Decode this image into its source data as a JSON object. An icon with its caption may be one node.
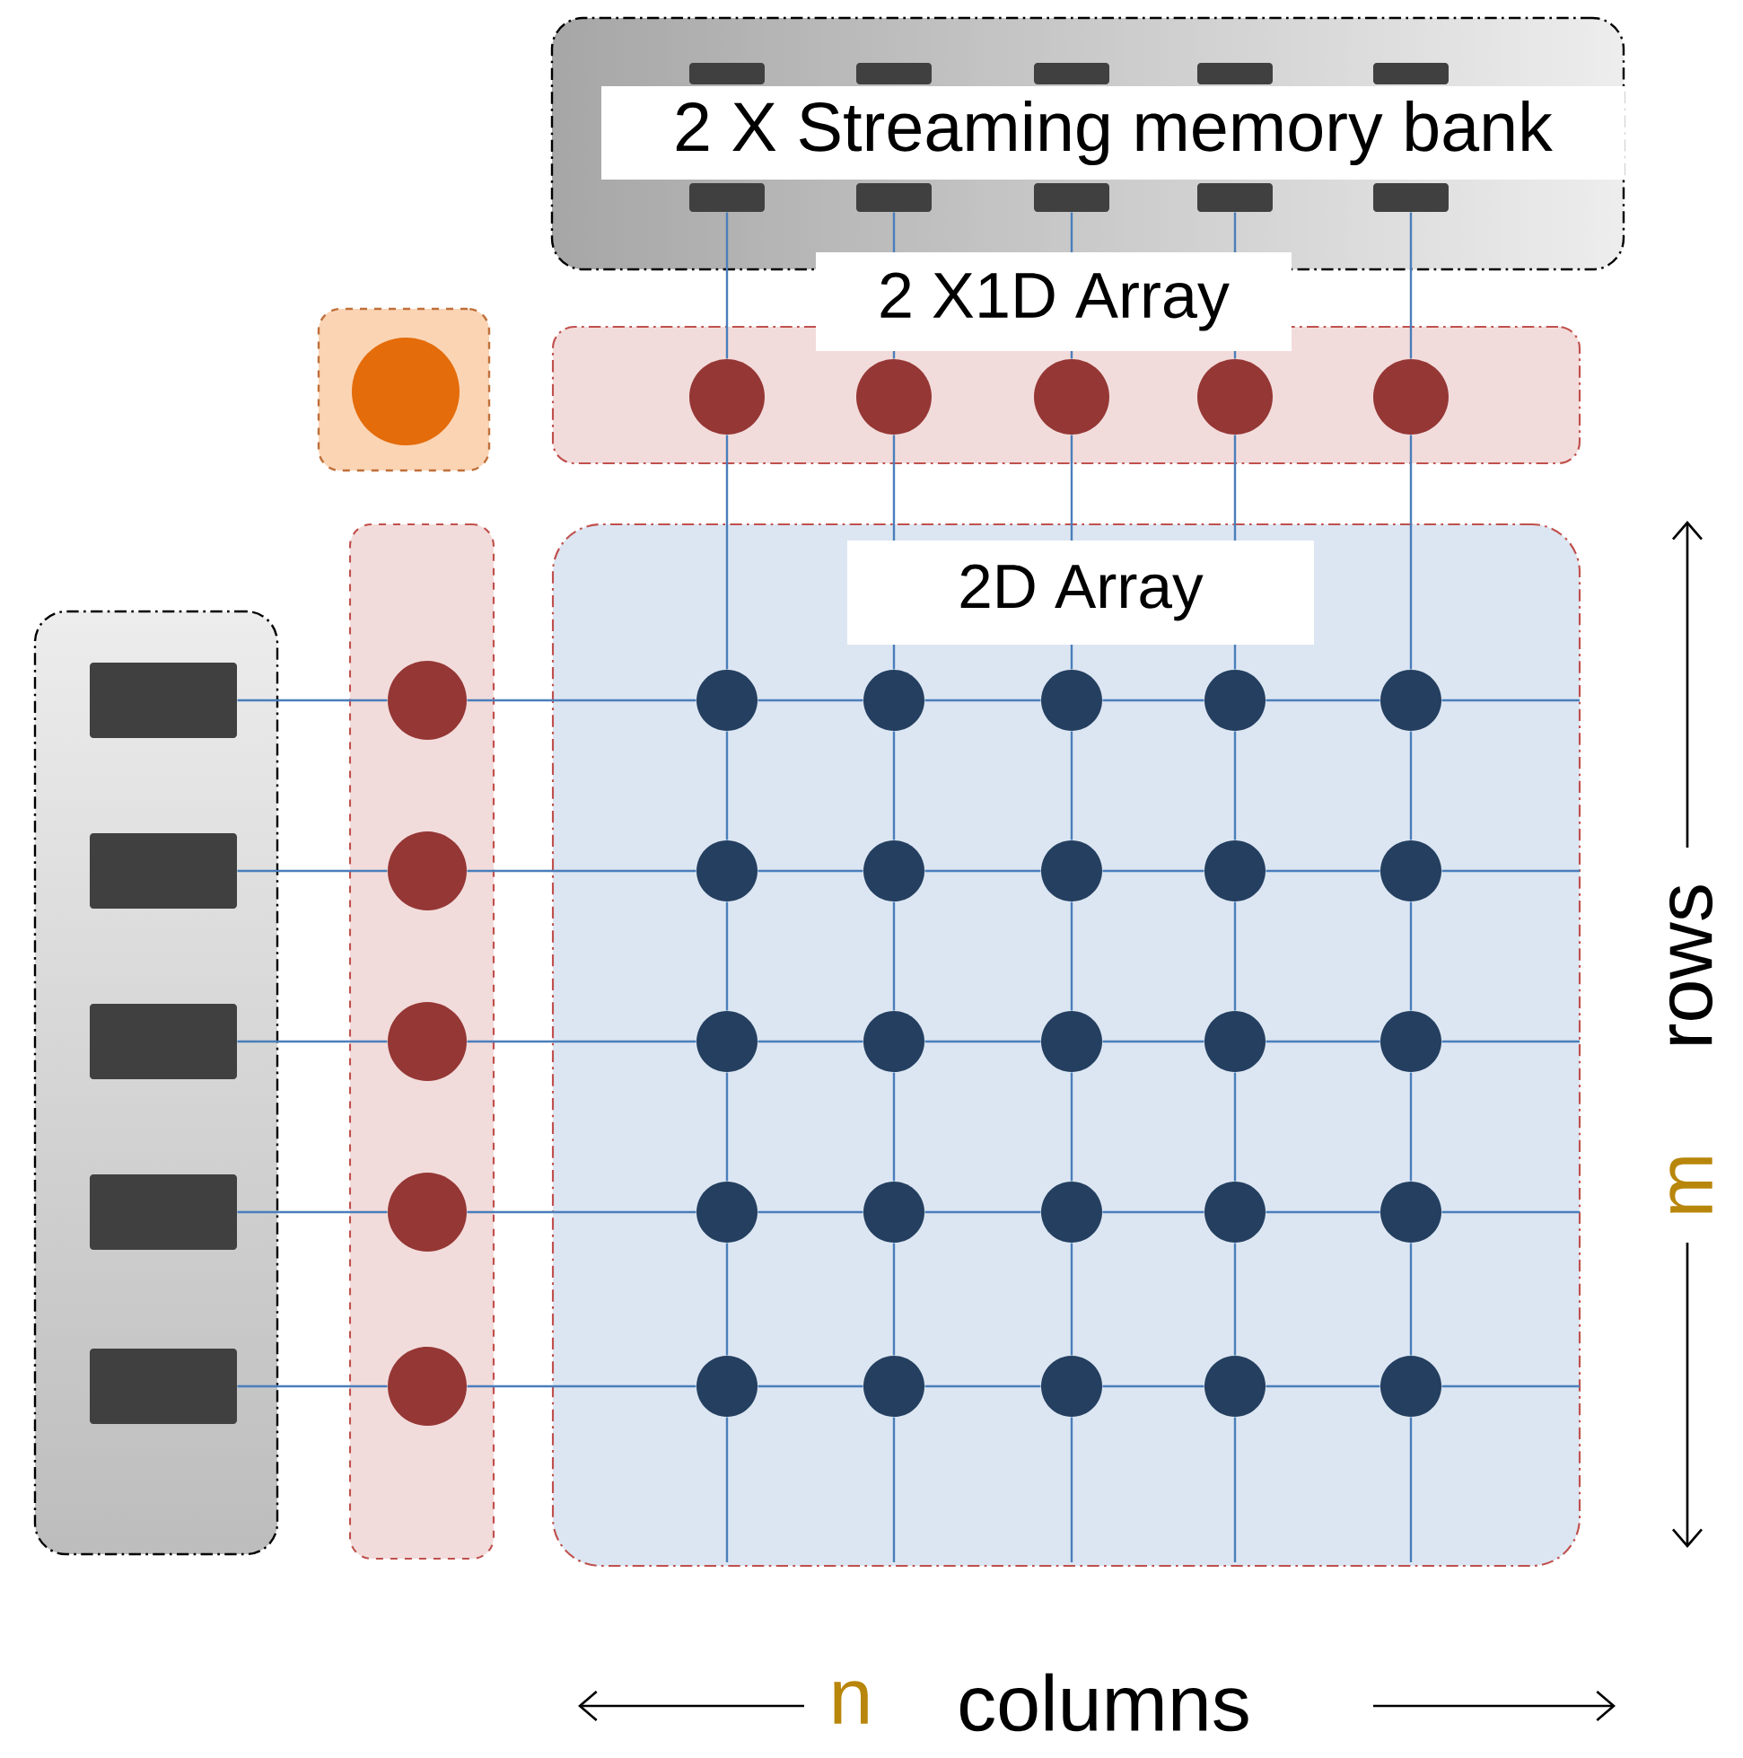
{
  "diagram": {
    "nodes": [
      {
        "text": [
          "2 X Streaming memory bank"
        ]
      },
      {
        "text": [],
        "shape": "box",
        "in": 0
      },
      {
        "text": [],
        "shape": "box",
        "in": 0
      },
      {
        "text": [],
        "shape": "box",
        "in": 0
      },
      {
        "text": [],
        "shape": "box",
        "in": 0
      },
      {
        "text": [],
        "shape": "box",
        "in": 0
      },
      {
        "text": [],
        "shape": "box",
        "in": 0
      },
      {
        "text": [],
        "shape": "box",
        "in": 0
      },
      {
        "text": [],
        "shape": "box",
        "in": 0
      },
      {
        "text": [],
        "shape": "box",
        "in": 0
      },
      {
        "text": [],
        "shape": "box",
        "in": 0
      },
      {
        "text": [],
        "shape": "box"
      },
      {
        "text": [],
        "shape": "circle",
        "in": 11
      },
      {
        "text": [
          "2 X1D Array"
        ]
      },
      {
        "text": [],
        "shape": "circle",
        "in": 13
      },
      {
        "text": [],
        "shape": "circle",
        "in": 13
      },
      {
        "text": [],
        "shape": "circle",
        "in": 13
      },
      {
        "text": [],
        "shape": "circle",
        "in": 13
      },
      {
        "text": [],
        "shape": "circle",
        "in": 13
      },
      {
        "text": [],
        "shape": "box"
      },
      {
        "text": [],
        "shape": "box",
        "in": 19
      },
      {
        "text": [],
        "shape": "box",
        "in": 19
      },
      {
        "text": [],
        "shape": "box",
        "in": 19
      },
      {
        "text": [],
        "shape": "box",
        "in": 19
      },
      {
        "text": [],
        "shape": "box",
        "in": 19
      },
      {
        "text": [],
        "shape": "box"
      },
      {
        "text": [],
        "shape": "circle",
        "in": 25
      },
      {
        "text": [],
        "shape": "circle",
        "in": 25
      },
      {
        "text": [],
        "shape": "circle",
        "in": 25
      },
      {
        "text": [],
        "shape": "circle",
        "in": 25
      },
      {
        "text": [],
        "shape": "circle",
        "in": 25
      },
      {
        "text": [
          "2D Array"
        ]
      },
      {
        "text": [],
        "shape": "circle",
        "in": 31
      },
      {
        "text": [],
        "shape": "circle",
        "in": 31
      },
      {
        "text": [],
        "shape": "circle",
        "in": 31
      },
      {
        "text": [],
        "shape": "circle",
        "in": 31
      },
      {
        "text": [],
        "shape": "circle",
        "in": 31
      },
      {
        "text": [],
        "shape": "circle",
        "in": 31
      },
      {
        "text": [],
        "shape": "circle",
        "in": 31
      },
      {
        "text": [],
        "shape": "circle",
        "in": 31
      },
      {
        "text": [],
        "shape": "circle",
        "in": 31
      },
      {
        "text": [],
        "shape": "circle",
        "in": 31
      },
      {
        "text": [],
        "shape": "circle",
        "in": 31
      },
      {
        "text": [],
        "shape": "circle",
        "in": 31
      },
      {
        "text": [],
        "shape": "circle",
        "in": 31
      },
      {
        "text": [],
        "shape": "circle",
        "in": 31
      },
      {
        "text": [],
        "shape": "circle",
        "in": 31
      },
      {
        "text": [],
        "shape": "circle",
        "in": 31
      },
      {
        "text": [],
        "shape": "circle",
        "in": 31
      },
      {
        "text": [],
        "shape": "circle",
        "in": 31
      },
      {
        "text": [],
        "shape": "circle",
        "in": 31
      },
      {
        "text": [],
        "shape": "circle",
        "in": 31
      },
      {
        "text": [],
        "shape": "circle",
        "in": 31
      },
      {
        "text": [],
        "shape": "circle",
        "in": 31
      },
      {
        "text": [],
        "shape": "circle",
        "in": 31
      },
      {
        "text": [],
        "shape": "circle",
        "in": 31
      },
      {
        "text": [],
        "shape": "circle",
        "in": 31
      }
    ],
    "edges": [
      {
        "from": 6,
        "to": 14,
        "arrow": "none"
      },
      {
        "from": 14,
        "to": 32,
        "arrow": "none"
      },
      {
        "from": 32,
        "to": 37,
        "arrow": "none"
      },
      {
        "from": 37,
        "to": 42,
        "arrow": "none"
      },
      {
        "from": 42,
        "to": 47,
        "arrow": "none"
      },
      {
        "from": 47,
        "to": 52,
        "arrow": "none"
      },
      {
        "from": 52,
        "to": null,
        "arrow": "none"
      },
      {
        "from": 7,
        "to": 15,
        "arrow": "none"
      },
      {
        "from": 15,
        "to": 33,
        "arrow": "none"
      },
      {
        "from": 33,
        "to": 38,
        "arrow": "none"
      },
      {
        "from": 38,
        "to": 43,
        "arrow": "none"
      },
      {
        "from": 43,
        "to": 48,
        "arrow": "none"
      },
      {
        "from": 48,
        "to": 53,
        "arrow": "none"
      },
      {
        "from": 53,
        "to": null,
        "arrow": "none"
      },
      {
        "from": 8,
        "to": 16,
        "arrow": "none"
      },
      {
        "from": 16,
        "to": 34,
        "arrow": "none"
      },
      {
        "from": 34,
        "to": 39,
        "arrow": "none"
      },
      {
        "from": 39,
        "to": 44,
        "arrow": "none"
      },
      {
        "from": 44,
        "to": 49,
        "arrow": "none"
      },
      {
        "from": 49,
        "to": 54,
        "arrow": "none"
      },
      {
        "from": 54,
        "to": null,
        "arrow": "none"
      },
      {
        "from": 9,
        "to": 17,
        "arrow": "none"
      },
      {
        "from": 17,
        "to": 35,
        "arrow": "none"
      },
      {
        "from": 35,
        "to": 40,
        "arrow": "none"
      },
      {
        "from": 40,
        "to": 45,
        "arrow": "none"
      },
      {
        "from": 45,
        "to": 50,
        "arrow": "none"
      },
      {
        "from": 50,
        "to": 55,
        "arrow": "none"
      },
      {
        "from": 55,
        "to": null,
        "arrow": "none"
      },
      {
        "from": 10,
        "to": 18,
        "arrow": "none"
      },
      {
        "from": 18,
        "to": 36,
        "arrow": "none"
      },
      {
        "from": 36,
        "to": 41,
        "arrow": "none"
      },
      {
        "from": 41,
        "to": 46,
        "arrow": "none"
      },
      {
        "from": 46,
        "to": 51,
        "arrow": "none"
      },
      {
        "from": 51,
        "to": 56,
        "arrow": "none"
      },
      {
        "from": 56,
        "to": null,
        "arrow": "none"
      },
      {
        "from": 20,
        "to": 26,
        "arrow": "none"
      },
      {
        "from": 26,
        "to": 32,
        "arrow": "none"
      },
      {
        "from": 32,
        "to": 33,
        "arrow": "none"
      },
      {
        "from": 33,
        "to": 34,
        "arrow": "none"
      },
      {
        "from": 34,
        "to": 35,
        "arrow": "none"
      },
      {
        "from": 35,
        "to": 36,
        "arrow": "none"
      },
      {
        "from": 36,
        "to": null,
        "arrow": "none"
      },
      {
        "from": 21,
        "to": 27,
        "arrow": "none"
      },
      {
        "from": 27,
        "to": 37,
        "arrow": "none"
      },
      {
        "from": 37,
        "to": 38,
        "arrow": "none"
      },
      {
        "from": 38,
        "to": 39,
        "arrow": "none"
      },
      {
        "from": 39,
        "to": 40,
        "arrow": "none"
      },
      {
        "from": 40,
        "to": 41,
        "arrow": "none"
      },
      {
        "from": 41,
        "to": null,
        "arrow": "none"
      },
      {
        "from": 22,
        "to": 28,
        "arrow": "none"
      },
      {
        "from": 28,
        "to": 42,
        "arrow": "none"
      },
      {
        "from": 42,
        "to": 43,
        "arrow": "none"
      },
      {
        "from": 43,
        "to": 44,
        "arrow": "none"
      },
      {
        "from": 44,
        "to": 45,
        "arrow": "none"
      },
      {
        "from": 45,
        "to": 46,
        "arrow": "none"
      },
      {
        "from": 46,
        "to": null,
        "arrow": "none"
      },
      {
        "from": 23,
        "to": 29,
        "arrow": "none"
      },
      {
        "from": 29,
        "to": 47,
        "arrow": "none"
      },
      {
        "from": 47,
        "to": 48,
        "arrow": "none"
      },
      {
        "from": 48,
        "to": 49,
        "arrow": "none"
      },
      {
        "from": 49,
        "to": 50,
        "arrow": "none"
      },
      {
        "from": 50,
        "to": 51,
        "arrow": "none"
      },
      {
        "from": 51,
        "to": null,
        "arrow": "none"
      },
      {
        "from": 24,
        "to": 30,
        "arrow": "none"
      },
      {
        "from": 30,
        "to": 52,
        "arrow": "none"
      },
      {
        "from": 52,
        "to": 53,
        "arrow": "none"
      },
      {
        "from": 53,
        "to": 54,
        "arrow": "none"
      },
      {
        "from": 54,
        "to": 55,
        "arrow": "none"
      },
      {
        "from": 55,
        "to": 56,
        "arrow": "none"
      },
      {
        "from": 56,
        "to": null,
        "arrow": "none"
      }
    ],
    "labels": [
      "m",
      "rows",
      "n",
      "columns"
    ]
  }
}
